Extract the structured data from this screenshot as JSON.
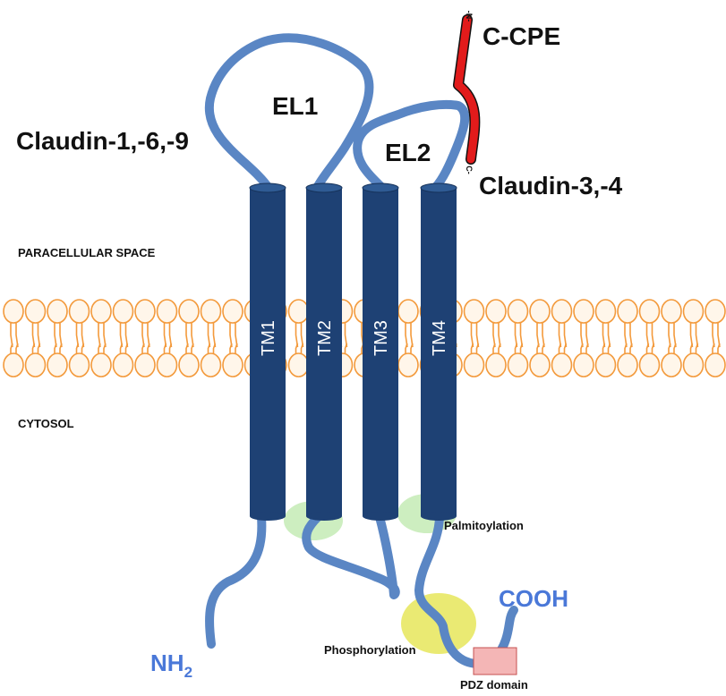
{
  "labels": {
    "claudin_left": "Claudin-1,-6,-9",
    "claudin_right": "Claudin-3,-4",
    "cpe": "C-CPE",
    "cpe_n": "-N-",
    "cpe_c": "C-",
    "el1": "EL1",
    "el2": "EL2",
    "paracellular": "PARACELLULAR SPACE",
    "cytosol": "CYTOSOL",
    "palmitoylation": "Palmitoylation",
    "phosphorylation": "Phosphorylation",
    "pdz": "PDZ domain",
    "nh": "NH",
    "nh_sub": "2",
    "cooh": "COOH"
  },
  "transmembrane": [
    "TM1",
    "TM2",
    "TM3",
    "TM4"
  ],
  "colors": {
    "helix": "#1e4174",
    "chain": "#5a86c4",
    "lipid": "#f39a3c",
    "cpe": "#e21b1b",
    "palmitoylation": "#cdeec0",
    "phosphorylation": "#e6e65a",
    "pdz": "#f4b6b6",
    "terminus_text": "#4a78d8"
  }
}
